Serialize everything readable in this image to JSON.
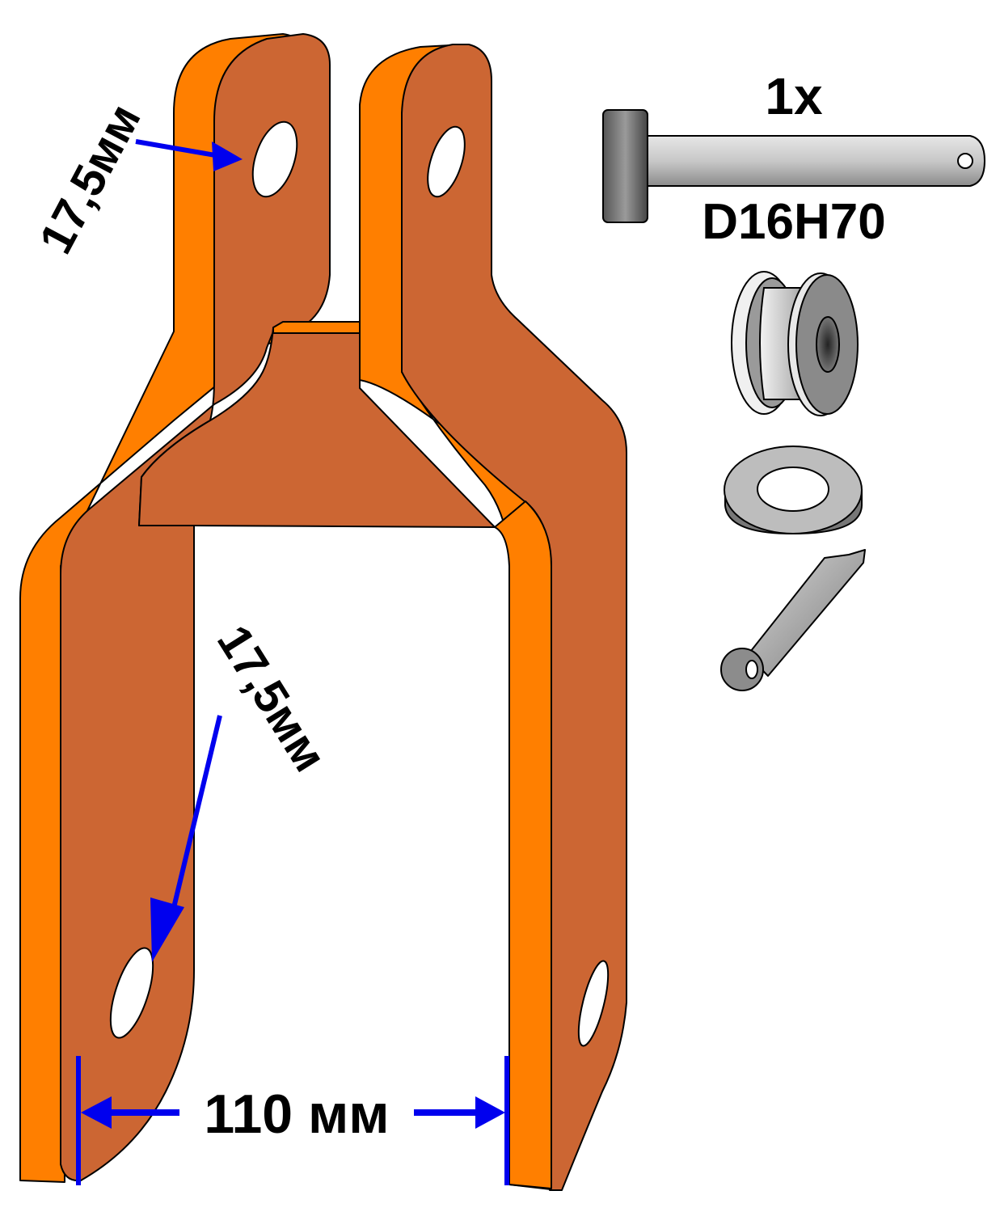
{
  "labels": {
    "top_hole": "17,5мм",
    "bottom_hole": "17,5мм",
    "width": "110 мм",
    "pin_qty": "1x",
    "pin_code": "D16H70"
  },
  "colors": {
    "bracket_face": "#CC6633",
    "bracket_edge": "#FF7F00",
    "arrow": "#0000EE",
    "outline": "#000000"
  },
  "parts": [
    "pin",
    "roller",
    "washer",
    "cotter-pin"
  ]
}
